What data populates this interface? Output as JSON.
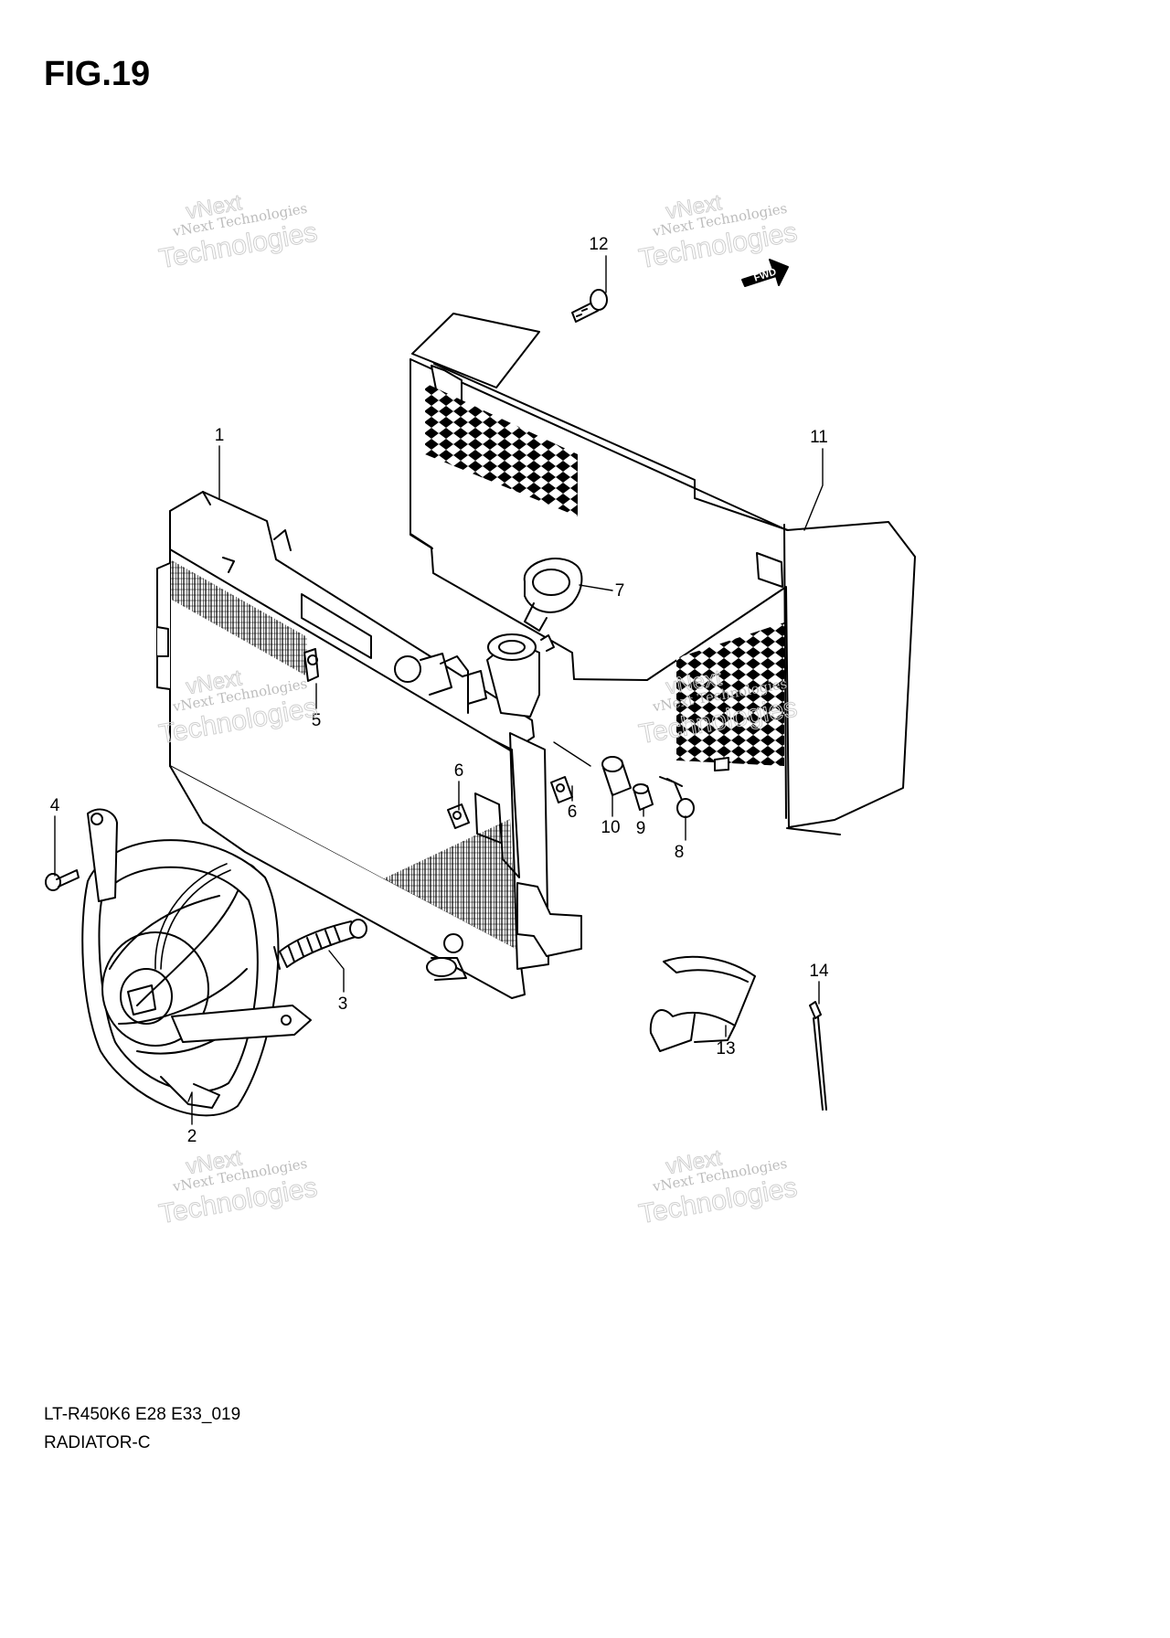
{
  "figure": {
    "title": "FIG.19"
  },
  "callouts": [
    "1",
    "2",
    "3",
    "4",
    "5",
    "6",
    "6",
    "7",
    "8",
    "9",
    "10",
    "11",
    "12",
    "13",
    "14"
  ],
  "fwd_label": "FWD",
  "watermark": {
    "line1": "vNext",
    "line2": "vNext Technologies",
    "line3": "Technologies"
  },
  "footer": {
    "code": "LT-R450K6 E28 E33_019",
    "caption": "RADIATOR-C"
  }
}
